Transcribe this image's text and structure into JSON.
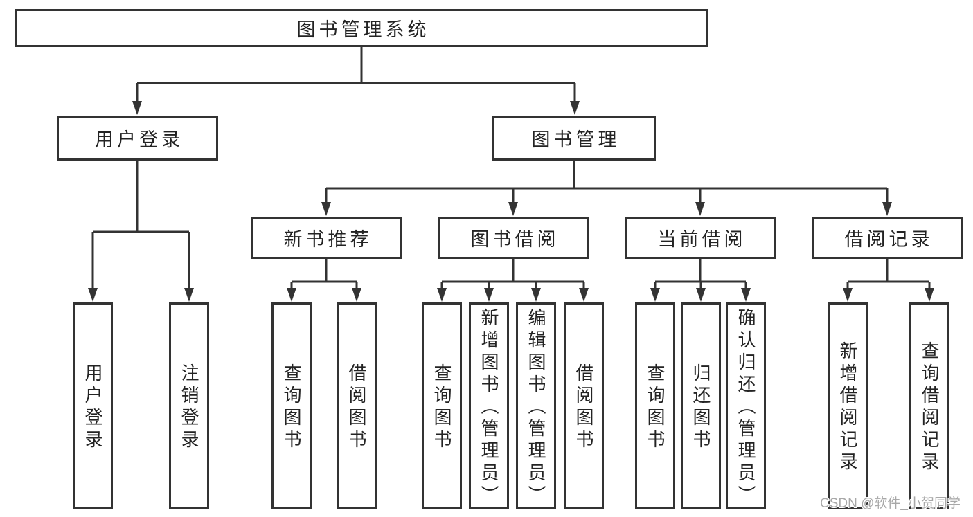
{
  "diagram": {
    "title": "图书管理系统",
    "colors": {
      "line": "#333333",
      "box_border": "#333333",
      "text": "#232323",
      "background": "#ffffff",
      "watermark": "#a8a8a8"
    },
    "tree": {
      "root": {
        "label": "图书管理系统"
      },
      "branches": [
        {
          "label": "用户登录",
          "children": [
            {
              "label": "用户登录"
            },
            {
              "label": "注销登录"
            }
          ]
        },
        {
          "label": "图书管理",
          "children": [
            {
              "label": "新书推荐",
              "children": [
                {
                  "label": "查询图书"
                },
                {
                  "label": "借阅图书"
                }
              ]
            },
            {
              "label": "图书借阅",
              "children": [
                {
                  "label": "查询图书"
                },
                {
                  "label": "新增图书（管理员）"
                },
                {
                  "label": "编辑图书（管理员）"
                },
                {
                  "label": "借阅图书"
                }
              ]
            },
            {
              "label": "当前借阅",
              "children": [
                {
                  "label": "查询图书"
                },
                {
                  "label": "归还图书"
                },
                {
                  "label": "确认归还（管理员）"
                }
              ]
            },
            {
              "label": "借阅记录",
              "children": [
                {
                  "label": "新增借阅记录"
                },
                {
                  "label": "查询借阅记录"
                }
              ]
            }
          ]
        }
      ]
    },
    "watermark": "CSDN @软件_小贺同学"
  }
}
